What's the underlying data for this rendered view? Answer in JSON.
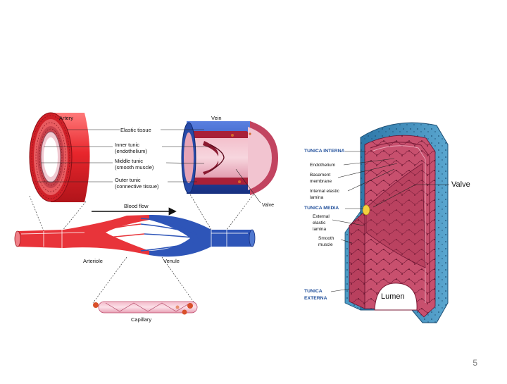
{
  "left_diagram": {
    "artery_label": "Artery",
    "vein_label": "Vein",
    "elastic_tissue": "Elastic tissue",
    "inner_tunic_1": "Inner tunic",
    "inner_tunic_2": "(endothelium)",
    "middle_tunic_1": "Middle tunic",
    "middle_tunic_2": "(smooth muscle)",
    "outer_tunic_1": "Outer tunic",
    "outer_tunic_2": "(connective tissue)",
    "valve": "Valve",
    "blood_flow": "Blood flow",
    "arteriole": "Arteriole",
    "venule": "Venule",
    "capillary": "Capillary"
  },
  "right_diagram": {
    "tunica_interna": "TUNICA INTERNA",
    "endothelium": "Endothelium",
    "basement_1": "Basement",
    "basement_2": "membrane",
    "internal_elastic_1": "Internal elastic",
    "internal_elastic_2": "lamina",
    "tunica_media": "TUNICA MEDIA",
    "external_1": "External",
    "external_2": "elastic",
    "external_3": "lamina",
    "smooth_1": "Smooth",
    "smooth_2": "muscle",
    "tunica_externa_1": "TUNICA",
    "tunica_externa_2": "EXTERNA",
    "valve": "Valve",
    "lumen": "Lumen"
  },
  "colors": {
    "artery_red": "#e8343a",
    "vein_blue": "#2e55b8",
    "tissue_pink": "#c8506e",
    "externa_blue": "#3f8fb8",
    "label_blue": "#1f4e9a"
  },
  "page_number": "5"
}
